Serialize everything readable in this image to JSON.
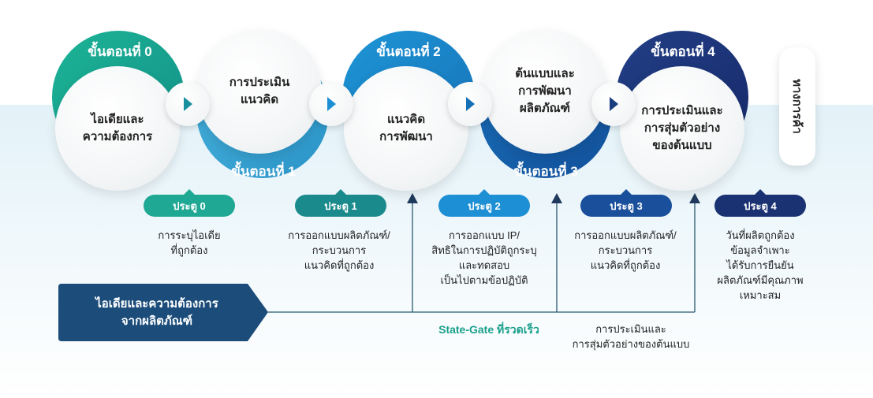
{
  "steps": [
    {
      "label": "ขั้นตอนที่ 0",
      "text": "ไอเดียและ\nความต้องการ",
      "color": "#17a88f"
    },
    {
      "label": "ขั้นตอนที่ 1",
      "text": "การประเมิน\nแนวคิด",
      "color": "#3aa6d3"
    },
    {
      "label": "ขั้นตอนที่ 2",
      "text": "แนวคิด\nการพัฒนา",
      "color": "#1b83c6"
    },
    {
      "label": "ขั้นตอนที่ 3",
      "text": "ต้นแบบและ\nการพัฒนา\nผลิตภัณฑ์",
      "color": "#1460a8"
    },
    {
      "label": "ขั้นตอนที่ 4",
      "text": "การประเมินและ\nการสุ่มตัวอย่าง\nของต้นแบบ",
      "color": "#1b3578"
    }
  ],
  "gates": [
    {
      "label": "ประตู 0",
      "desc": "การระบุไอเดีย\nที่ถูกต้อง",
      "color": "#1fa894"
    },
    {
      "label": "ประตู 1",
      "desc": "การออกแบบผลิตภัณฑ์/\nกระบวนการ\nแนวคิดที่ถูกต้อง",
      "color": "#1a8a8c"
    },
    {
      "label": "ประตู 2",
      "desc": "การออกแบบ IP/\nสิทธิในการปฏิบัติถูกระบุ\nและทดสอบ\nเป็นไปตามข้อปฏิบัติ",
      "color": "#1d8fd4"
    },
    {
      "label": "ประตู 3",
      "desc": "การออกแบบผลิตภัณฑ์/\nกระบวนการ\nแนวคิดที่ถูกต้อง",
      "color": "#1a4f9c"
    },
    {
      "label": "ประตู 4",
      "desc": "วันที่ผลิตถูกต้อง\nข้อมูลจำเพาะ\nได้รับการยืนยัน\nผลิตภัณฑ์มีคุณภาพ\nเหมาะสม",
      "color": "#1a3272"
    }
  ],
  "side_card": {
    "text": "ทางการค้า"
  },
  "banner": {
    "text": "ไอเดียและความต้องการ\nจากผลิตภัณฑ์"
  },
  "state_gate": "State-Gate ที่รวดเร็ว",
  "bottom_note": "การประเมินและ\nการสุ่มตัวอย่างของต้นแบบ",
  "colors": {
    "connector_arrow": "#1a8fa0",
    "line": "#2a5a6e"
  }
}
